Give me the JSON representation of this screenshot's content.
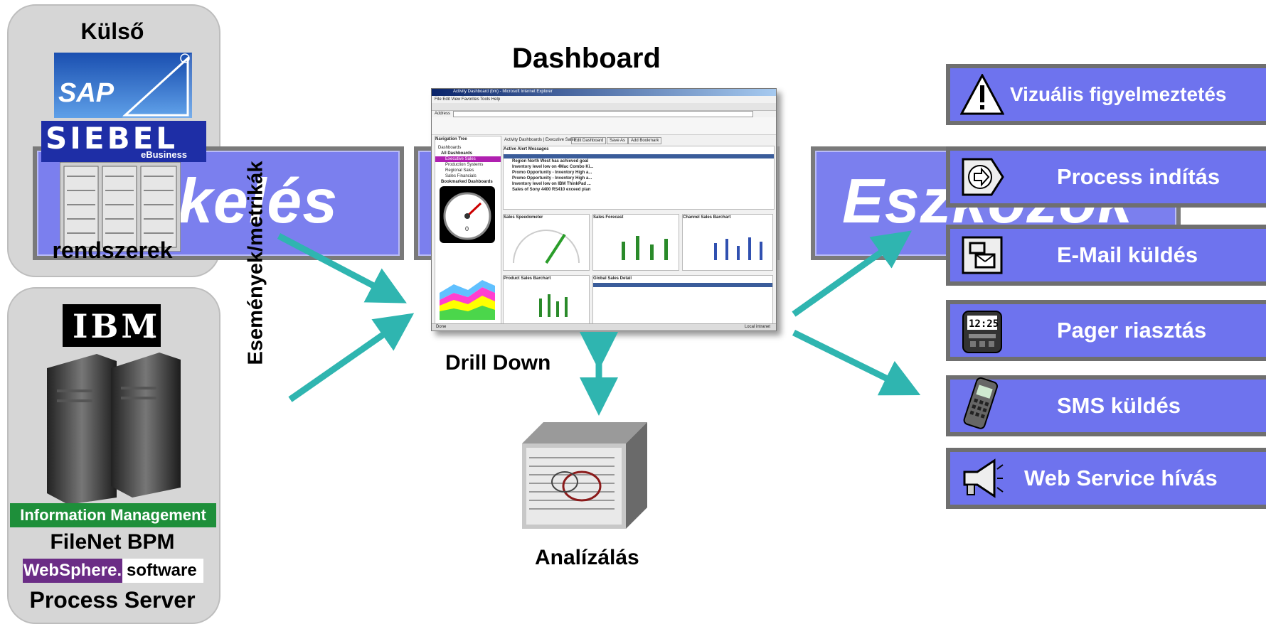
{
  "left": {
    "top_title": "Külső",
    "top_subtitle": "rendszerek",
    "sap_logo": "SAP",
    "siebel_logo": "SIEBEL",
    "siebel_sub": "eBusiness",
    "ibm_logo": "IBM",
    "info_mgmt": "Information Management",
    "filenet": "FileNet BPM",
    "websphere": "WebSphere.",
    "software": "software",
    "process_server": "Process Server",
    "vertical_label": "Események/metrikák"
  },
  "bands": {
    "left_word": "ékelés",
    "right_word": "Eszközök"
  },
  "center": {
    "title": "Dashboard",
    "drill_down": "Drill Down",
    "analyze": "Analízálás"
  },
  "actions": [
    {
      "label": "Vizuális figyelmeztetés",
      "icon": "warning-icon"
    },
    {
      "label": "Process indítás",
      "icon": "process-start-icon"
    },
    {
      "label": "E-Mail küldés",
      "icon": "email-icon"
    },
    {
      "label": "Pager riasztás",
      "icon": "pager-icon"
    },
    {
      "label": "SMS küldés",
      "icon": "mobile-phone-icon"
    },
    {
      "label": "Web Service hívás",
      "icon": "megaphone-icon"
    }
  ],
  "browser": {
    "title": "Activity Dashboard (bm) - Microsoft Internet Explorer",
    "menu": "File  Edit  View  Favorites  Tools  Help",
    "address_label": "Address",
    "nav_tree": "Navigation Tree",
    "tree_items": [
      "Dashboards",
      "All Dashboards",
      "Executive Sales",
      "Production Systems",
      "Regional Sales",
      "Sales Financials",
      "Bookmarked Dashboards"
    ],
    "tabs": [
      "Activity Dashboards | Executive Sales",
      "Edit Dashboard",
      "Save As",
      "Add Bookmark"
    ],
    "alerts_title": "Active Alert Messages",
    "alerts": [
      "Region North West has achieved goal",
      "Inventory level low on 4Mac Combo Ki...",
      "Promo Opportunity - Inventory High a...",
      "Promo Opportunity - Inventory High a...",
      "Inventory level low on IBM ThinkPad ...",
      "Sales of Sony 4400 RS410 exceed plan"
    ],
    "widgets": [
      "Sales Speedometer",
      "Sales Forecast",
      "Channel Sales Barchart",
      "Product Sales Barchart",
      "Global Sales Detail"
    ],
    "status": "Done",
    "zone": "Local intranet",
    "gauge_value": "0"
  }
}
